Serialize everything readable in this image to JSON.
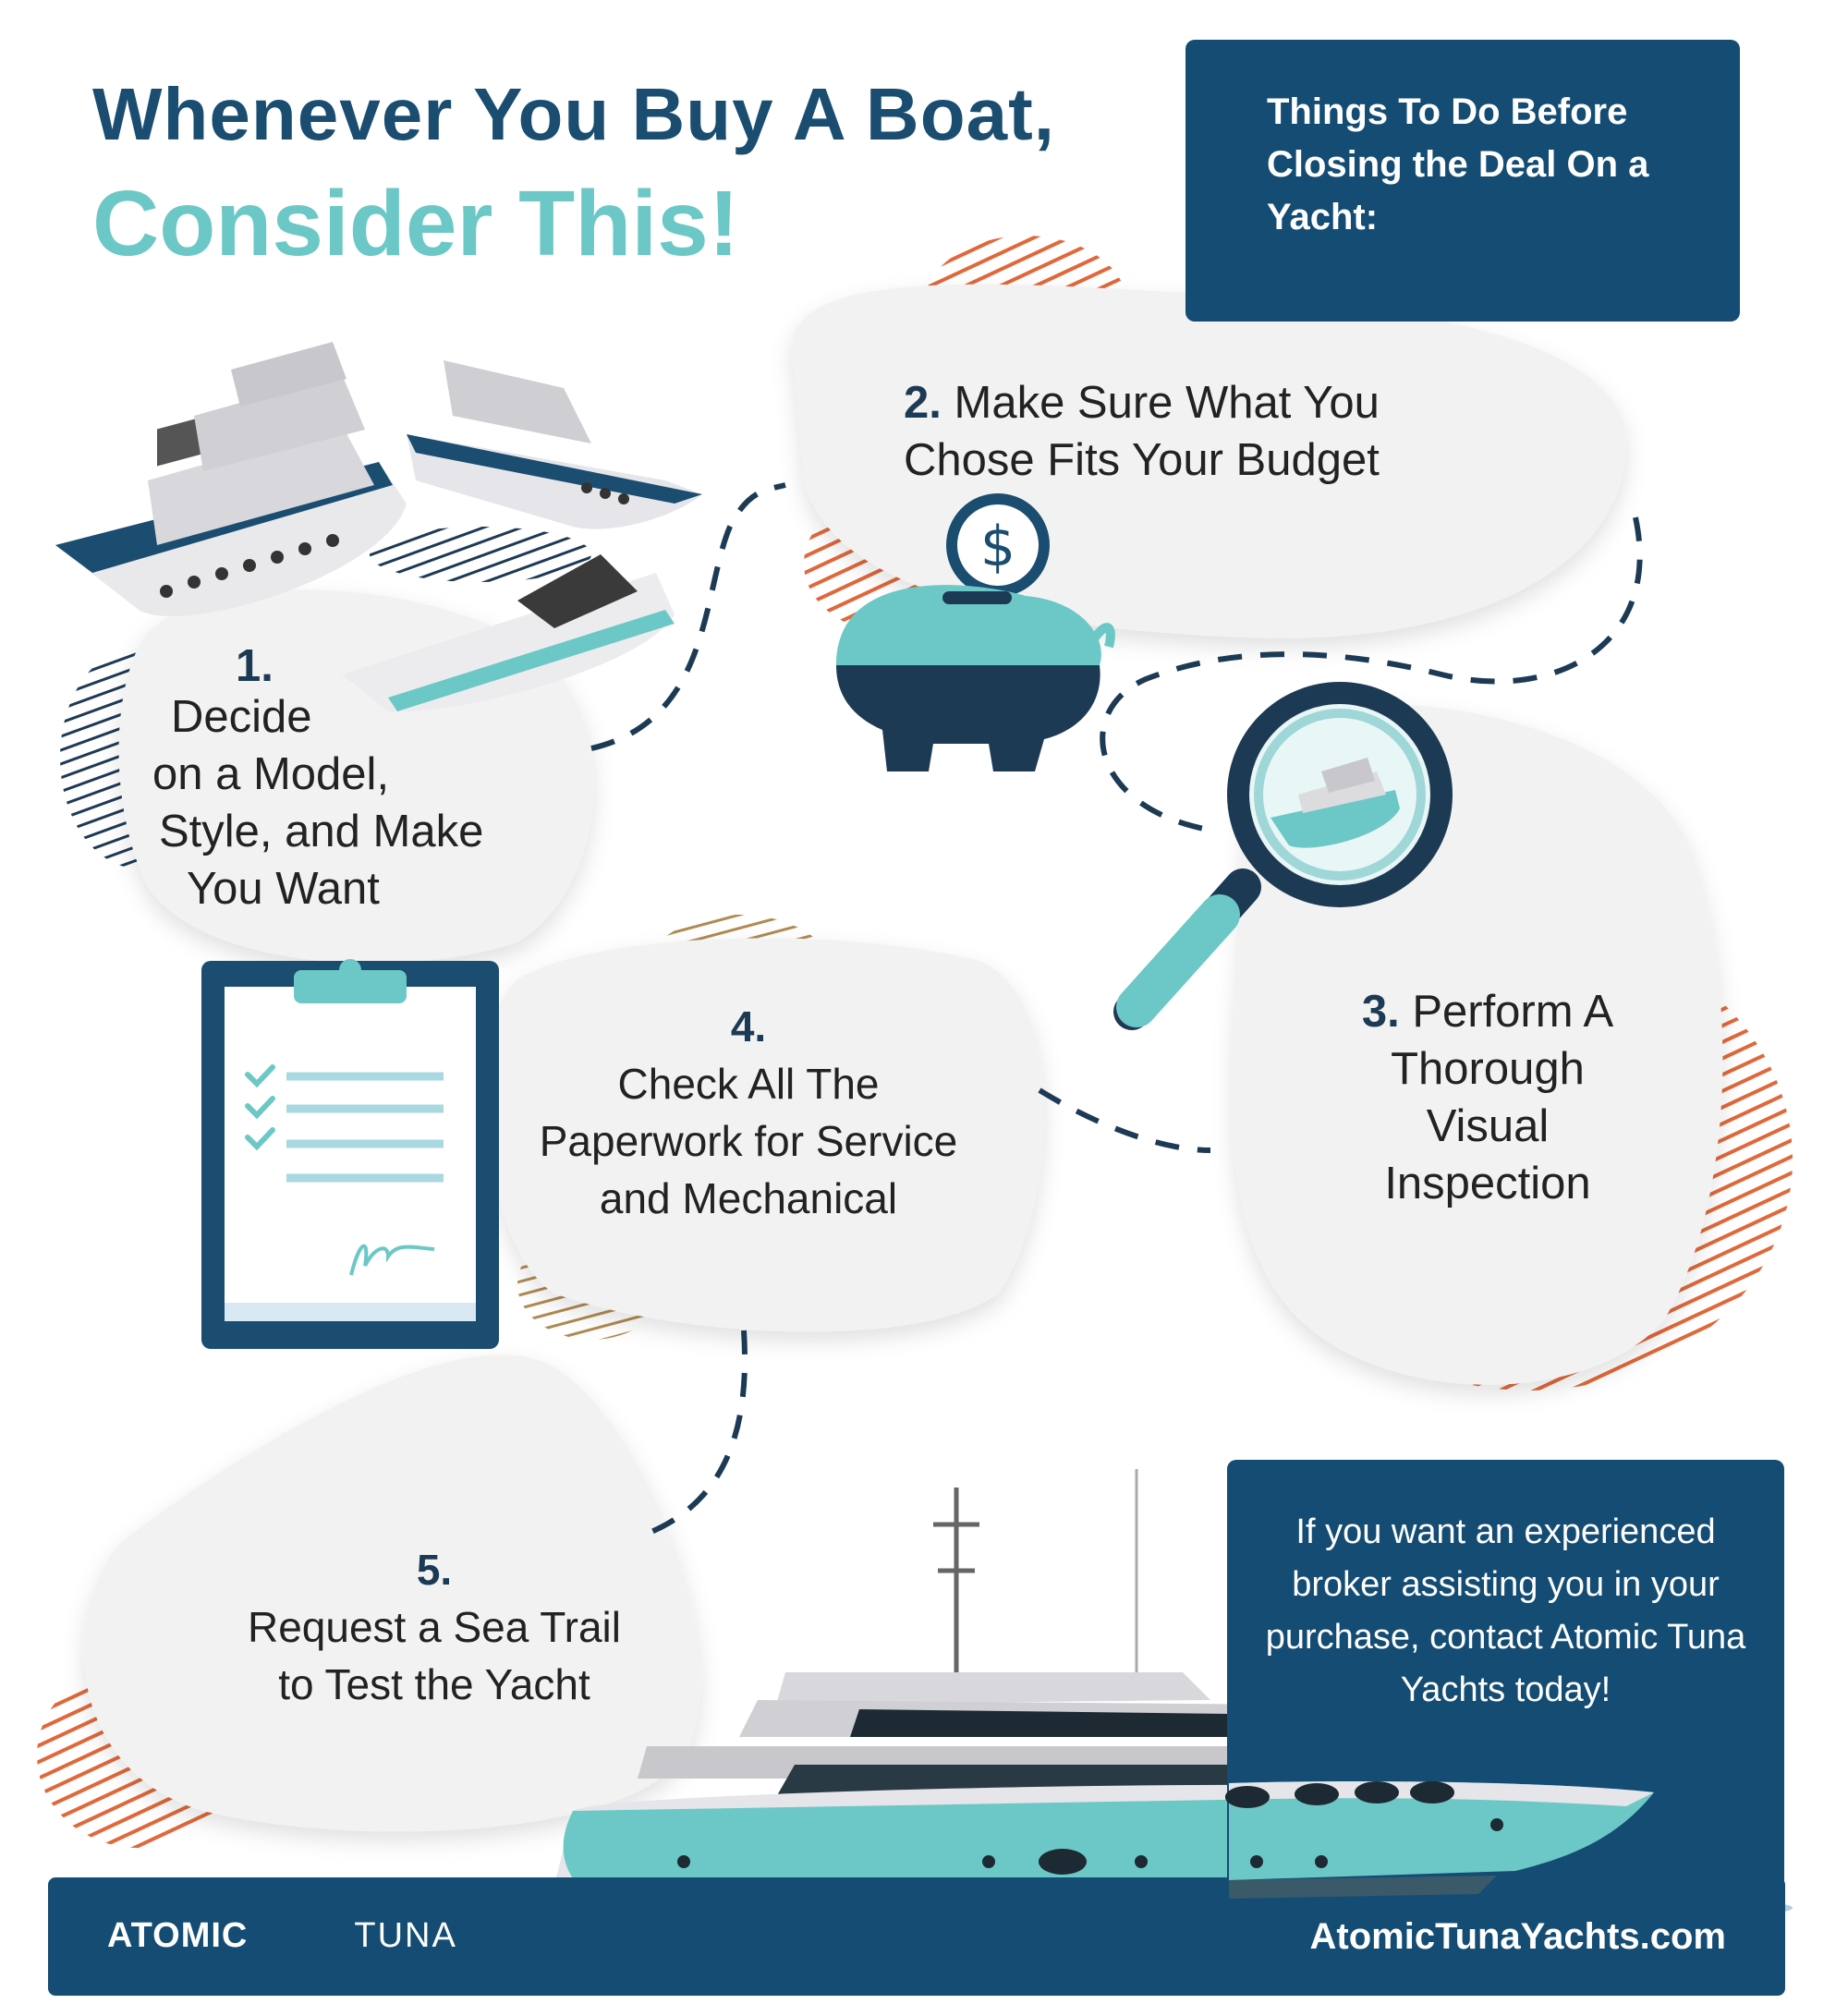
{
  "header": {
    "title_line1": "Whenever You Buy A Boat,",
    "title_line2": "Consider This!"
  },
  "intro_box": {
    "text": "Things To Do Before Closing the Deal On a Yacht:"
  },
  "steps": [
    {
      "number": "1.",
      "lines": [
        "Decide",
        "on a Model,",
        "Style, and Make",
        "You Want"
      ]
    },
    {
      "number": "2.",
      "lines": [
        "Make Sure What You",
        "Chose Fits Your Budget"
      ]
    },
    {
      "number": "3.",
      "lines": [
        "Perform A",
        "Thorough",
        "Visual",
        "Inspection"
      ]
    },
    {
      "number": "4.",
      "lines": [
        "Check All The",
        "Paperwork for Service",
        "and Mechanical"
      ]
    },
    {
      "number": "5.",
      "lines": [
        "Request a Sea Trail",
        "to Test the Yacht"
      ]
    }
  ],
  "cta_box": {
    "text": "If you want an experienced broker assisting you in your purchase, contact Atomic Tuna Yachts today!"
  },
  "footer": {
    "logo_word1": "ATOMIC",
    "logo_word2": "TUNA",
    "website": "AtomicTunaYachts.com"
  },
  "piggy_bank_symbol": "$",
  "icons": [
    "boats-icon",
    "piggy-bank-icon",
    "magnifier-icon",
    "clipboard-icon",
    "yacht-icon",
    "fish-logo-icon"
  ],
  "colors": {
    "navy": "#144c73",
    "title_navy": "#1a4d70",
    "teal": "#6cc8c6",
    "orange_hatch": "#e0683a",
    "dark_text": "#1d3a55",
    "blob_gray": "#f2f2f2"
  }
}
